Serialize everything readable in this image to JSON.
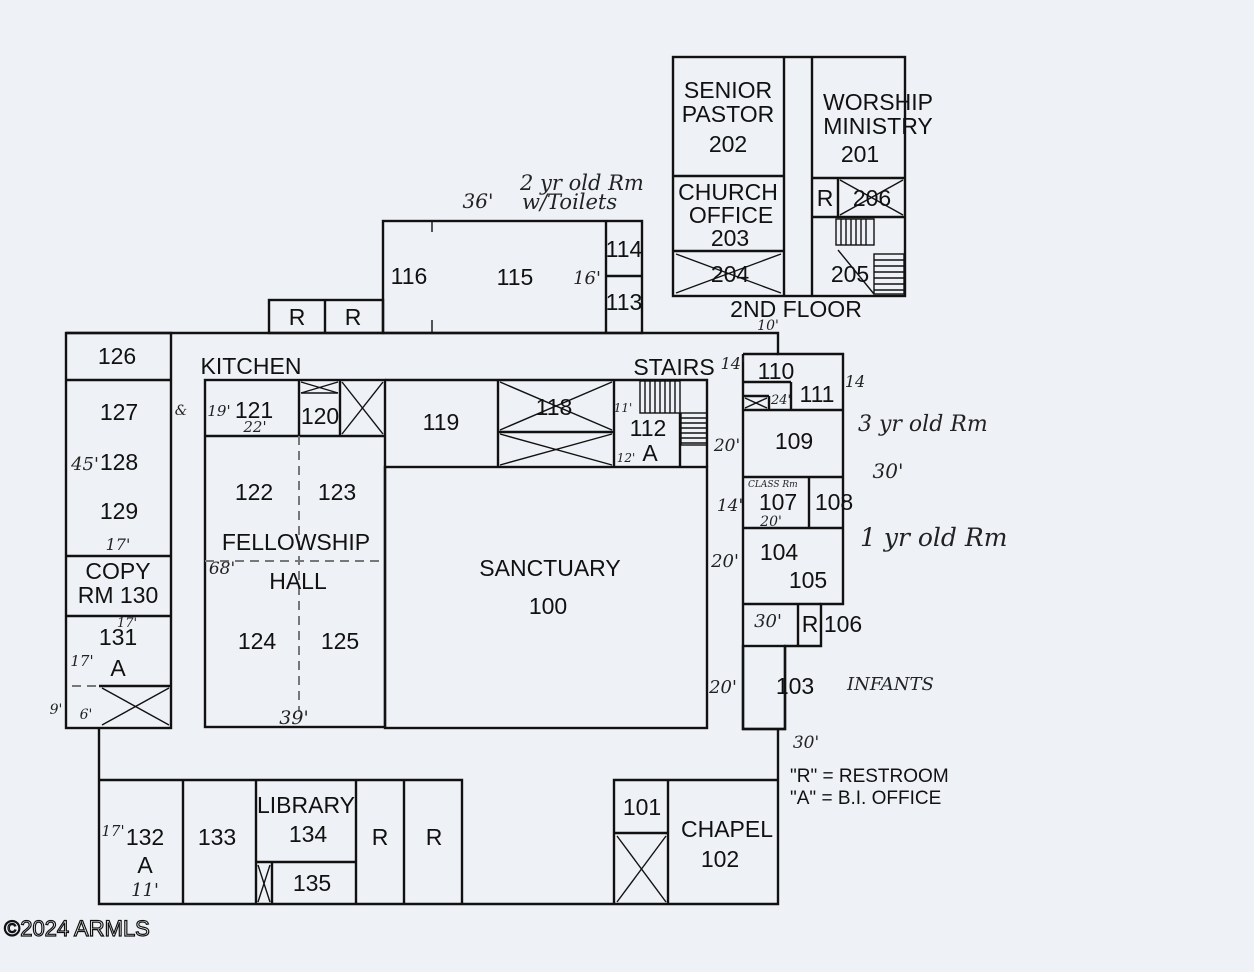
{
  "rooms": {
    "r100": [
      "SANCTUARY",
      "100"
    ],
    "r101": "101",
    "r102": [
      "CHAPEL",
      "102"
    ],
    "r103": "103",
    "r104": "104",
    "r105": "105",
    "r106": "106",
    "r107": "107",
    "r108": "108",
    "r109": "109",
    "r110": "110",
    "r111": "111",
    "r112": [
      "112",
      "A"
    ],
    "r113": "113",
    "r114": "114",
    "r115": "115",
    "r116": "116",
    "r118": "118",
    "r119": "119",
    "r120": "120",
    "r121": "121",
    "r122": "122",
    "r123": "123",
    "r124": "124",
    "r125": "125",
    "r126": "126",
    "r127": "127",
    "r128": "128",
    "r129": "129",
    "r130": [
      "COPY",
      "RM 130"
    ],
    "r131": [
      "131",
      "A"
    ],
    "r132": [
      "132",
      "A"
    ],
    "r133": "133",
    "r134": [
      "LIBRARY",
      "134"
    ],
    "r135": "135",
    "r201": [
      "WORSHIP",
      "MINISTRY",
      "201"
    ],
    "r202": [
      "SENIOR",
      "PASTOR",
      "202"
    ],
    "r203": [
      "CHURCH",
      "OFFICE",
      "203"
    ],
    "r204": "204",
    "r205": "205",
    "r206": "206",
    "kitchen": "KITCHEN",
    "fellowship": [
      "FELLOWSHIP",
      "HALL"
    ],
    "stairs": "STAIRS",
    "restroom": "R",
    "second_floor": "2ND FLOOR"
  },
  "legend": {
    "restroom": "\"R\" = RESTROOM",
    "office": "\"A\" = B.I. OFFICE"
  },
  "notes": {
    "two_yr": [
      "2 yr old Rm",
      "w/Toilets"
    ],
    "three_yr": "3 yr old Rm",
    "one_yr": "1 yr old Rm",
    "infants": "INFANTS",
    "class_rm": "CLASS Rm"
  },
  "dimensions": {
    "d36": "36'",
    "d16": "16'",
    "d10": "10'",
    "d14a": "14'",
    "d14b": "14",
    "d24": "24'",
    "d30a": "30'",
    "d30b": "30'",
    "d30c": "30'",
    "d20a": "20'",
    "d20b": "20'",
    "d20c": "20'",
    "d20d": "20'",
    "d14c": "14'",
    "d11": "11'",
    "d12": "12'",
    "d19": "19'",
    "d22": "22'",
    "d45": "45'",
    "d17a": "17'",
    "d17b": "17'",
    "d17c": "17'",
    "d17d": "17'",
    "d9": "9'",
    "d6": "6'",
    "d68": "68'",
    "d39": "39'",
    "d11b": "11'",
    "amp": "&"
  },
  "watermark": "©2024 ARMLS"
}
